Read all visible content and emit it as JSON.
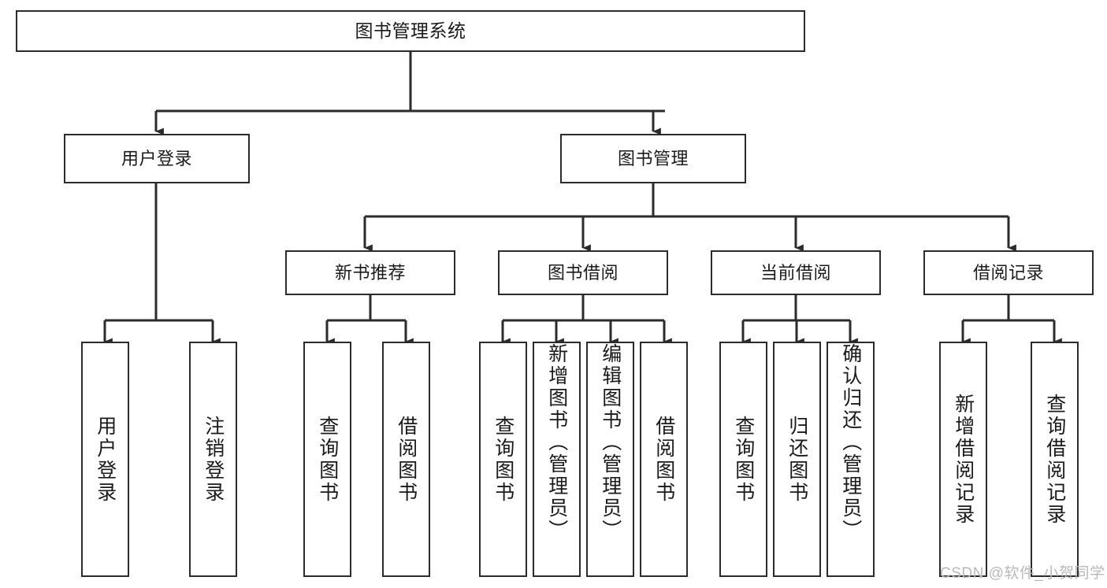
{
  "diagram": {
    "type": "tree-hierarchy-functional-decomposition",
    "title": "图书管理系统",
    "stroke_color": "#2b2b2b",
    "fill_color": "#ffffff",
    "text_color": "#1a1a1a",
    "levels": [
      {
        "level": 1,
        "nodes": [
          {
            "id": "root",
            "label": "图书管理系统",
            "orientation": "horizontal"
          }
        ]
      },
      {
        "level": 2,
        "nodes": [
          {
            "id": "login",
            "label": "用户登录",
            "orientation": "horizontal",
            "parent": "root"
          },
          {
            "id": "bookmgr",
            "label": "图书管理",
            "orientation": "horizontal",
            "parent": "root"
          }
        ]
      },
      {
        "level": 3,
        "nodes": [
          {
            "id": "newbook",
            "label": "新书推荐",
            "orientation": "horizontal",
            "parent": "bookmgr"
          },
          {
            "id": "borrow",
            "label": "图书借阅",
            "orientation": "horizontal",
            "parent": "bookmgr"
          },
          {
            "id": "current",
            "label": "当前借阅",
            "orientation": "horizontal",
            "parent": "bookmgr"
          },
          {
            "id": "records",
            "label": "借阅记录",
            "orientation": "horizontal",
            "parent": "bookmgr"
          }
        ]
      },
      {
        "level": 4,
        "nodes": [
          {
            "id": "leaf1",
            "label": "用户登录",
            "orientation": "vertical",
            "parent": "login"
          },
          {
            "id": "leaf2",
            "label": "注销登录",
            "orientation": "vertical",
            "parent": "login"
          },
          {
            "id": "leaf3",
            "label": "查询图书",
            "orientation": "vertical",
            "parent": "newbook"
          },
          {
            "id": "leaf4",
            "label": "借阅图书",
            "orientation": "vertical",
            "parent": "newbook"
          },
          {
            "id": "leaf5",
            "label": "查询图书",
            "orientation": "vertical",
            "parent": "borrow"
          },
          {
            "id": "leaf6",
            "label": "新增图书（管理员）",
            "orientation": "vertical",
            "parent": "borrow"
          },
          {
            "id": "leaf7",
            "label": "编辑图书（管理员）",
            "orientation": "vertical",
            "parent": "borrow"
          },
          {
            "id": "leaf8",
            "label": "借阅图书",
            "orientation": "vertical",
            "parent": "borrow"
          },
          {
            "id": "leaf9",
            "label": "查询图书",
            "orientation": "vertical",
            "parent": "current"
          },
          {
            "id": "leaf10",
            "label": "归还图书",
            "orientation": "vertical",
            "parent": "current"
          },
          {
            "id": "leaf11",
            "label": "确认归还（管理员）",
            "orientation": "vertical",
            "parent": "current"
          },
          {
            "id": "leaf12",
            "label": "新增借阅记录",
            "orientation": "vertical",
            "parent": "records"
          },
          {
            "id": "leaf13",
            "label": "查询借阅记录",
            "orientation": "vertical",
            "parent": "records"
          }
        ]
      }
    ]
  },
  "watermark": {
    "text": "CSDN @软件_小贺同学"
  }
}
